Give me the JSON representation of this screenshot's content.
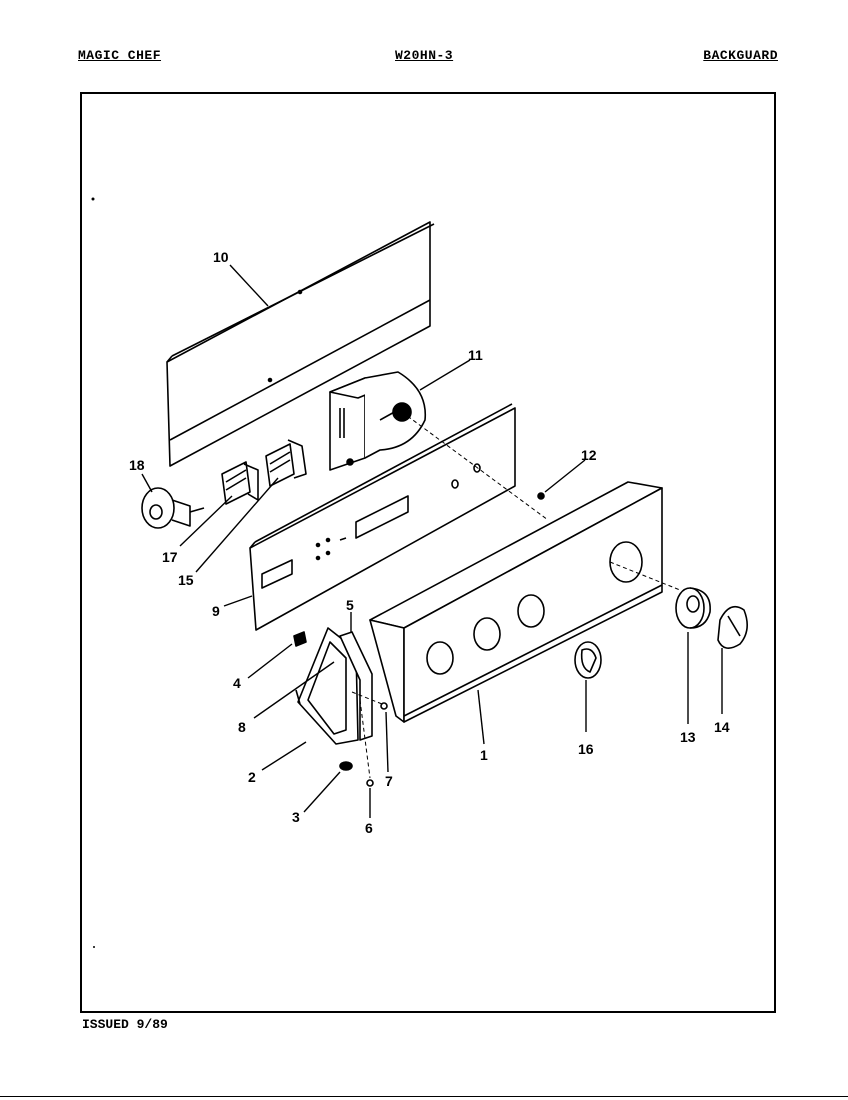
{
  "header": {
    "brand": "MAGIC CHEF",
    "model": "W20HN-3",
    "section": "BACKGUARD"
  },
  "footer": {
    "issued": "ISSUED 9/89"
  },
  "callouts": {
    "c1": "1",
    "c2": "2",
    "c3": "3",
    "c4": "4",
    "c5": "5",
    "c6": "6",
    "c7": "7",
    "c8": "8",
    "c9": "9",
    "c10": "10",
    "c11": "11",
    "c12": "12",
    "c13": "13",
    "c14": "14",
    "c15": "15",
    "c16": "16",
    "c17": "17",
    "c18": "18"
  }
}
